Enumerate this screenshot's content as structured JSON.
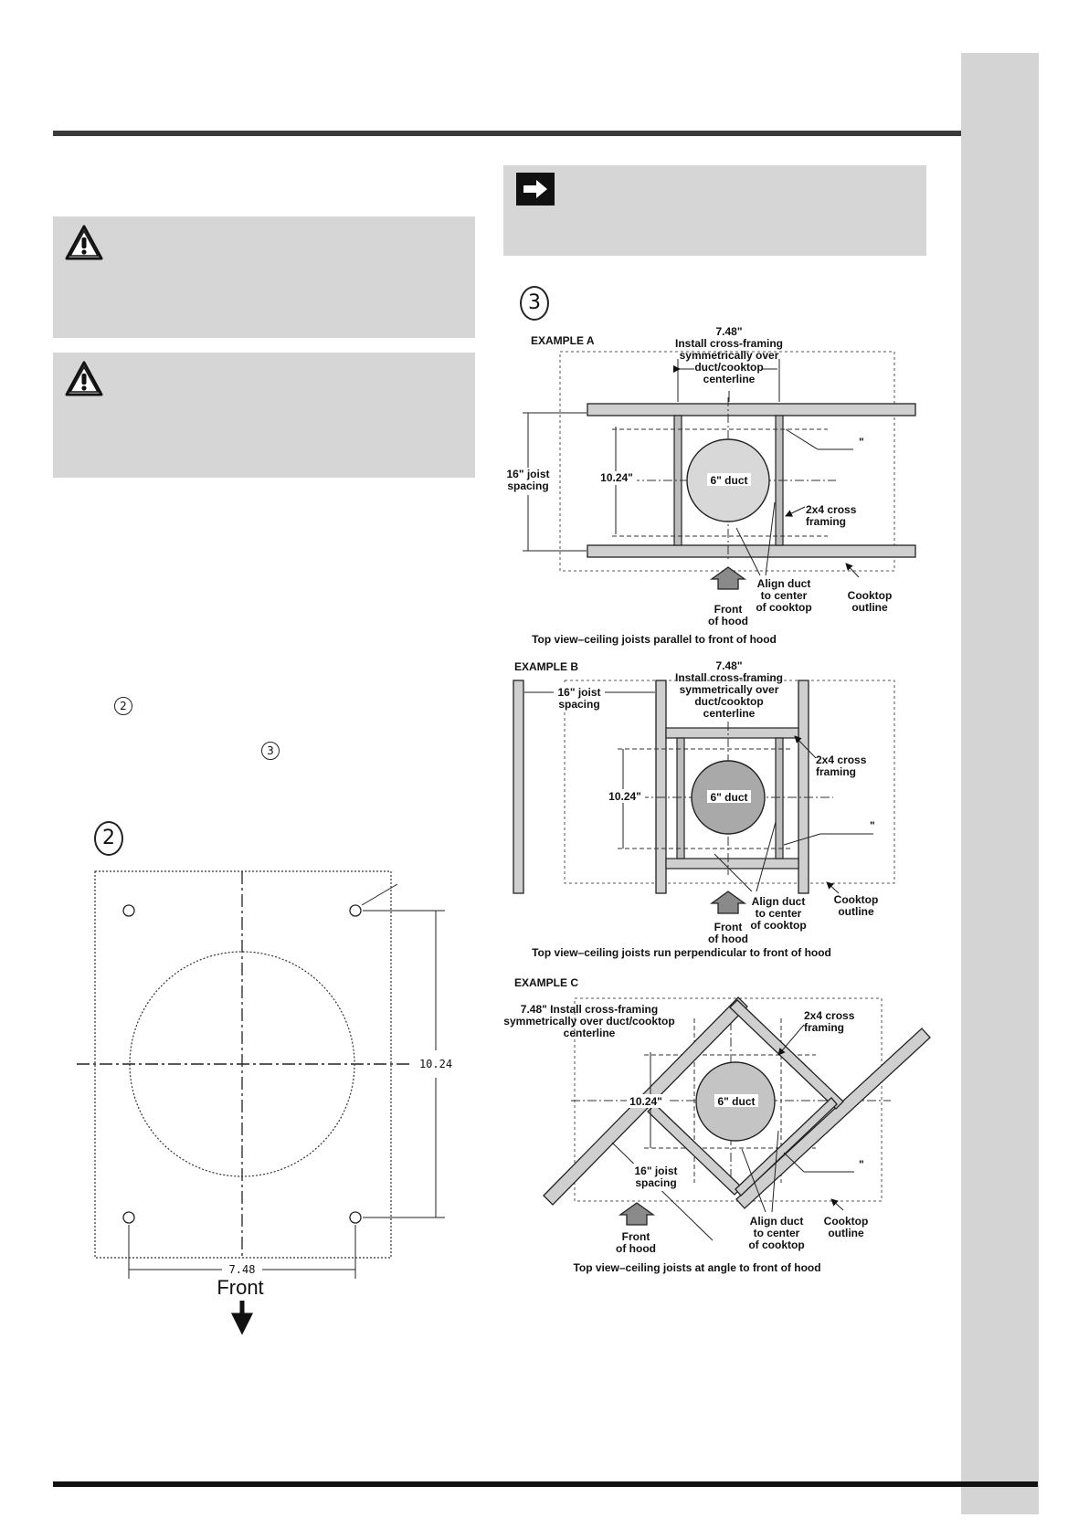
{
  "figure2": {
    "step": "2",
    "dim_vertical": "10.24",
    "dim_horizontal": "7.48",
    "front_label": "Front"
  },
  "body_refs": {
    "ref_step2": "2",
    "ref_step3": "3"
  },
  "figure3": {
    "step": "3",
    "caption_a": "Top view–ceiling joists parallel to front of hood",
    "caption_b": "Top view–ceiling joists run perpendicular to front of hood",
    "caption_c": "Top view–ceiling joists at angle to front of hood",
    "example_a": {
      "title": "EXAMPLE A",
      "dim_width": "7.48\"",
      "install_1": "Install cross-framing",
      "install_2": "symmetrically over",
      "install_3": "duct/cooktop",
      "install_4": "centerline",
      "joist_1": "16\" joist",
      "joist_2": "spacing",
      "dim_height": "10.24\"",
      "duct": "6\" duct",
      "cross_1": "2x4 cross",
      "cross_2": "framing",
      "quote_mark": "\"",
      "align_1": "Align duct",
      "align_2": "to center",
      "align_3": "of cooktop",
      "front_1": "Front",
      "front_2": "of hood",
      "cooktop_1": "Cooktop",
      "cooktop_2": "outline"
    },
    "example_b": {
      "title": "EXAMPLE B",
      "dim_width": "7.48\"",
      "install_1": "Install cross-framing",
      "install_2": "symmetrically over",
      "install_3": "duct/cooktop",
      "install_4": "centerline",
      "joist_1": "16\" joist",
      "joist_2": "spacing",
      "dim_height": "10.24\"",
      "duct": "6\" duct",
      "cross_1": "2x4 cross",
      "cross_2": "framing",
      "quote_mark": "\"",
      "align_1": "Align duct",
      "align_2": "to center",
      "align_3": "of cooktop",
      "front_1": "Front",
      "front_2": "of hood",
      "cooktop_1": "Cooktop",
      "cooktop_2": "outline"
    },
    "example_c": {
      "title": "EXAMPLE C",
      "install_1": "7.48\" Install cross-framing",
      "install_2": "symmetrically over duct/cooktop",
      "install_3": "centerline",
      "dim_height": "10.24\"",
      "duct": "6\" duct",
      "cross_1": "2x4 cross",
      "cross_2": "framing",
      "quote_mark": "\"",
      "joist_1": "16\" joist",
      "joist_2": "spacing",
      "align_1": "Align duct",
      "align_2": "to center",
      "align_3": "of cooktop",
      "front_1": "Front",
      "front_2": "of hood",
      "cooktop_1": "Cooktop",
      "cooktop_2": "outline"
    }
  }
}
